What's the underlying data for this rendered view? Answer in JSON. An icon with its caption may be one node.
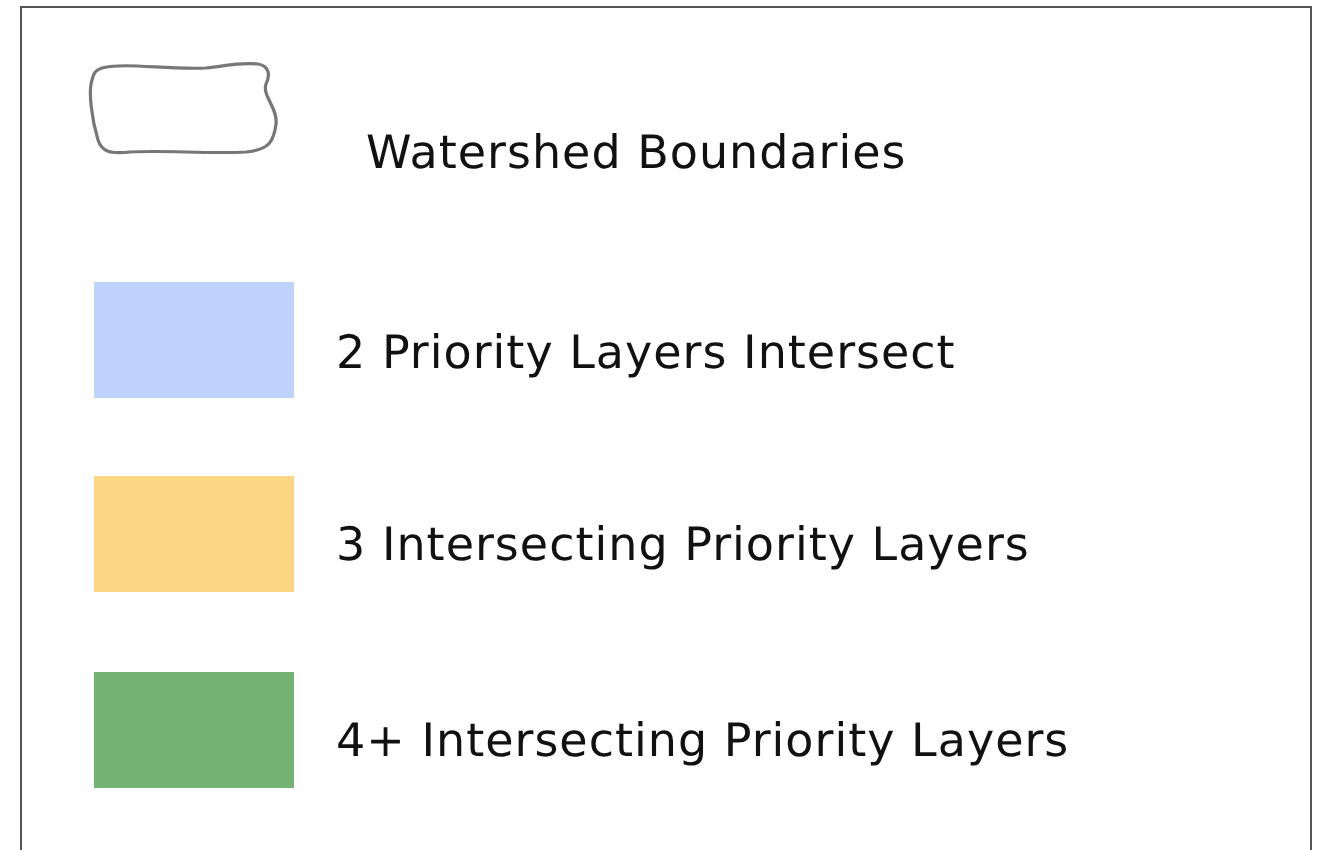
{
  "diagram": {
    "legend": [
      {
        "text": "Watershed Boundaries"
      },
      {
        "text": "2 Priority Layers Intersect",
        "color": "#c0d3fc"
      },
      {
        "text": "3 Intersecting Priority Layers",
        "color": "#fed582"
      },
      {
        "text": "4+ Intersecting Priority Layers",
        "color": "#75b374"
      }
    ]
  }
}
